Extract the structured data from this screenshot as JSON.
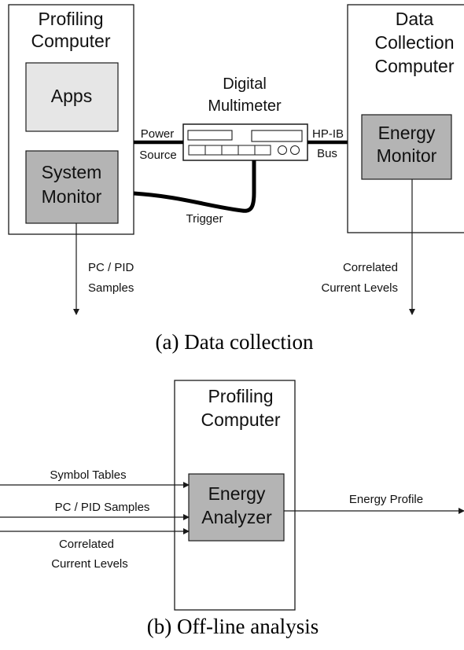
{
  "part_a": {
    "profiling_computer": [
      "Profiling",
      "Computer"
    ],
    "apps": "Apps",
    "system_monitor": [
      "System",
      "Monitor"
    ],
    "digital_multimeter": [
      "Digital",
      "Multimeter"
    ],
    "data_collection_computer": [
      "Data",
      "Collection",
      "Computer"
    ],
    "energy_monitor": [
      "Energy",
      "Monitor"
    ],
    "power_source": [
      "Power",
      "Source"
    ],
    "hpib_bus": [
      "HP-IB",
      "Bus"
    ],
    "trigger": "Trigger",
    "pc_pid_samples": [
      "PC / PID",
      "Samples"
    ],
    "correlated_current_levels": [
      "Correlated",
      "Current Levels"
    ],
    "caption": "(a) Data collection"
  },
  "part_b": {
    "profiling_computer": [
      "Profiling",
      "Computer"
    ],
    "energy_analyzer": [
      "Energy",
      "Analyzer"
    ],
    "symbol_tables": "Symbol Tables",
    "pc_pid_samples": "PC / PID Samples",
    "correlated_current_levels": [
      "Correlated",
      "Current Levels"
    ],
    "energy_profile": "Energy Profile",
    "caption": "(b) Off-line analysis"
  },
  "colors": {
    "apps_fill": "#e6e6e6",
    "module_fill": "#b4b4b4",
    "stroke": "#1a1a1a",
    "thick_cable": "#000000"
  }
}
